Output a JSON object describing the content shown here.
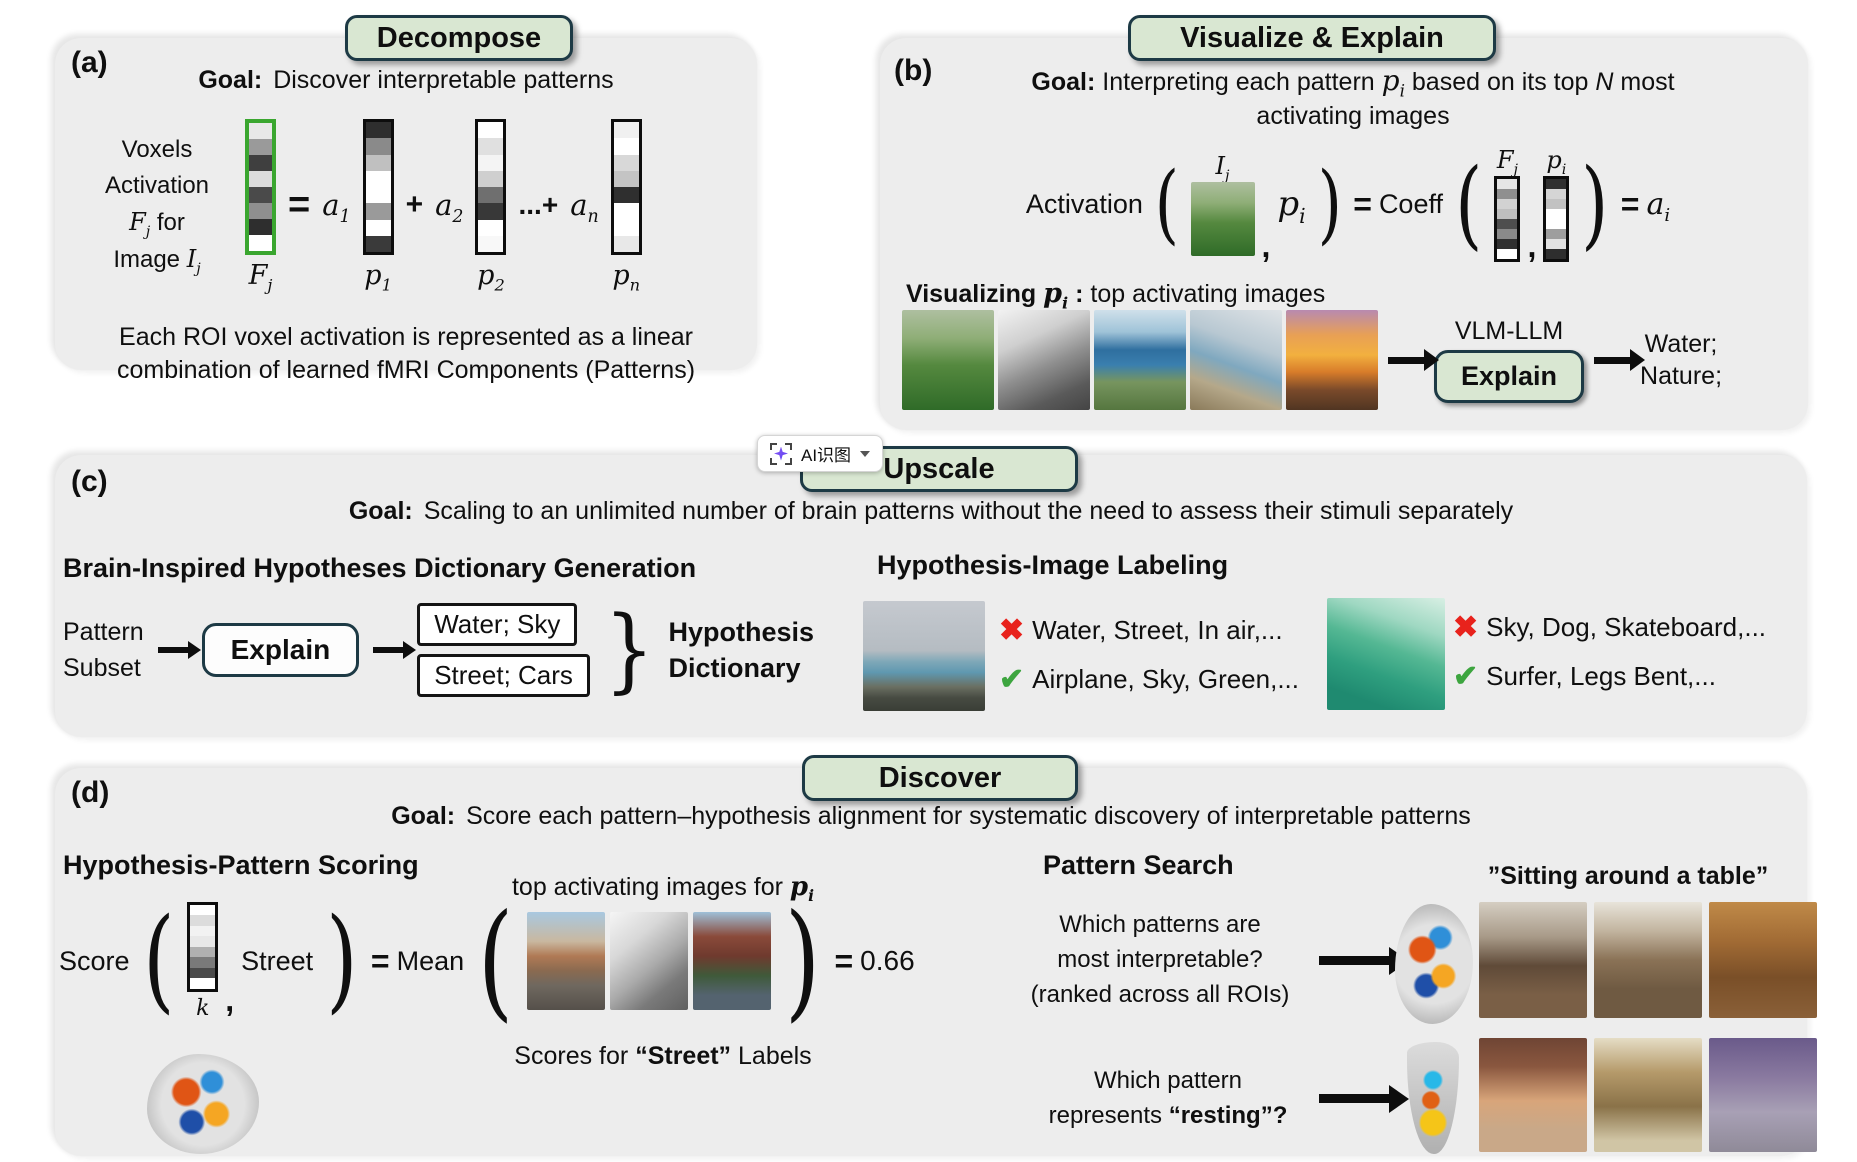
{
  "colors": {
    "header_green": "#d9e7d2",
    "header_border": "#1d3a45",
    "panel_grey": "#ededed",
    "check_green": "#3da53f",
    "cross_red": "#e8221c",
    "pattern_vector_green": "#3aa62f",
    "sparkle_purple": "#7a52f4"
  },
  "ai_overlay": {
    "label": "AI识图",
    "sparkle_icon": "four-point-star-scan",
    "chevron_icon": "chevron-down"
  },
  "sym": {
    "eq": "=",
    "plus": "+",
    "dots_plus": "...+",
    "comma": ",",
    "lparen": "(",
    "rparen": ")",
    "colon": ":",
    "brace": "}"
  },
  "panel_a": {
    "tag": "(a)",
    "header": "Decompose",
    "goal_label": "Goal:",
    "goal_text": "Discover interpretable patterns",
    "left_line1": "Voxels",
    "left_line2": "Activation",
    "left_for": "for",
    "left_image": "Image",
    "fvar": "F",
    "fsub": "j",
    "ivar": "I",
    "isub": "j",
    "avar": "a",
    "a1sub": "1",
    "a2sub": "2",
    "ansub": "n",
    "pvar": "p",
    "p1sub": "1",
    "p2sub": "2",
    "pnsub": "n",
    "caption_line1": "Each ROI voxel activation is represented as a linear",
    "caption_line2": "combination of learned fMRI Components (Patterns)",
    "vectors": {
      "fj": [
        "#e8e8e8",
        "#9a9a9a",
        "#3f3f3f",
        "#dcdcdc",
        "#4a4a4a",
        "#8f8f8f",
        "#2e2e2e",
        "#ffffff"
      ],
      "p1": [
        "#2e2e2e",
        "#8a8a8a",
        "#c0c0c0",
        "#ffffff",
        "#ffffff",
        "#9a9a9a",
        "#ffffff",
        "#3a3a3a"
      ],
      "p2": [
        "#ffffff",
        "#e0e0e0",
        "#f4f4f4",
        "#cfcfcf",
        "#6f6f6f",
        "#383838",
        "#ffffff",
        "#f8f8f8"
      ],
      "pn": [
        "#f0f0f0",
        "#ffffff",
        "#d8d8d8",
        "#c4c4c4",
        "#2f2f2f",
        "#ffffff",
        "#ffffff",
        "#e8e8e8"
      ]
    }
  },
  "panel_b": {
    "tag": "(b)",
    "header": "Visualize & Explain",
    "goal_label": "Goal:",
    "goal_pre": "Interpreting each pattern",
    "goal_mid": "based on its top",
    "goal_n": "N",
    "goal_post": "most",
    "goal_line2": "activating images",
    "activation": "Activation",
    "coeff": "Coeff",
    "pvar": "p",
    "pisub": "i",
    "avar": "a",
    "aisub": "i",
    "ivar": "I",
    "ijsub": "j",
    "fvar": "F",
    "fjsub": "j",
    "viz_bold": "Visualizing",
    "viz_rest": "top activating images",
    "vlm": "VLM-LLM",
    "explain": "Explain",
    "result1": "Water;",
    "result2": "Nature;",
    "photos": [
      "hippos-waterside",
      "bw-wave-beach",
      "sheep-on-cliff",
      "coastline",
      "sunset-beach"
    ],
    "vectors": {
      "fj": [
        "#e6e6e6",
        "#8f8f8f",
        "#d2d2d2",
        "#bfbfbf",
        "#4e4e4e",
        "#8a8a8a",
        "#303030",
        "#ffffff"
      ],
      "pi": [
        "#303030",
        "#d5d5d5",
        "#c2c2c2",
        "#ffffff",
        "#ffffff",
        "#9e9e9e",
        "#e2e2e2",
        "#2e2e2e"
      ]
    }
  },
  "panel_c": {
    "tag": "(c)",
    "header": "Upscale",
    "goal_label": "Goal:",
    "goal_text": "Scaling to an unlimited number of brain patterns without the need to assess their stimuli separately",
    "gen_heading": "Brain-Inspired Hypotheses Dictionary Generation",
    "pattern1": "Pattern",
    "pattern2": "Subset",
    "explain": "Explain",
    "hyp1": "Water; Sky",
    "hyp2": "Street; Cars",
    "dict1": "Hypothesis",
    "dict2": "Dictionary",
    "label_heading": "Hypothesis-Image Labeling",
    "cross_icon": "✖",
    "check_icon": "✔",
    "airplane_wrong": "Water, Street, In air,...",
    "airplane_right": "Airplane, Sky, Green,...",
    "surfer_wrong": "Sky, Dog, Skateboard,...",
    "surfer_right": "Surfer, Legs Bent,...",
    "photos": [
      "airplane-runway",
      "surfer-wave"
    ]
  },
  "panel_d": {
    "tag": "(d)",
    "header": "Discover",
    "goal_label": "Goal:",
    "goal_text": "Score each pattern–hypothesis alignment for systematic discovery of interpretable patterns",
    "scoring_heading": "Hypothesis-Pattern Scoring",
    "top_label_pre": "top activating images for",
    "pvar": "p",
    "pisub": "i",
    "score": "Score",
    "street": "Street",
    "mean": "Mean",
    "k": "k",
    "value": "0.66",
    "scores_pre": "Scores for",
    "scores_bold": "“Street”",
    "scores_post": "Labels",
    "search_heading": "Pattern Search",
    "sitting_title": "”Sitting around a table”",
    "q1_line1": "Which patterns are",
    "q1_line2": "most interpretable?",
    "q1_line3": "(ranked across all ROIs)",
    "q2_line1": "Which pattern",
    "q2_pre": "represents",
    "q2_bold": "“resting”",
    "q2_post": "?",
    "score_vector": [
      "#ffffff",
      "#dcdcdc",
      "#f2f2f2",
      "#e8e8e8",
      "#b0b0b0",
      "#7a7a7a",
      "#4a4a4a",
      "#ffffff"
    ],
    "photos_scoring": [
      "street-market",
      "bw-shore",
      "restaurant-storefront"
    ],
    "photos_table": [
      "dinner-table",
      "cafe-table",
      "family-table"
    ],
    "photos_resting": [
      "sleeping-person",
      "sleeping-animal",
      "resting-people"
    ],
    "brain_maps": [
      "roi-brain-map-scoring",
      "roi-brain-map-interpretable",
      "roi-brain-map-resting"
    ]
  }
}
